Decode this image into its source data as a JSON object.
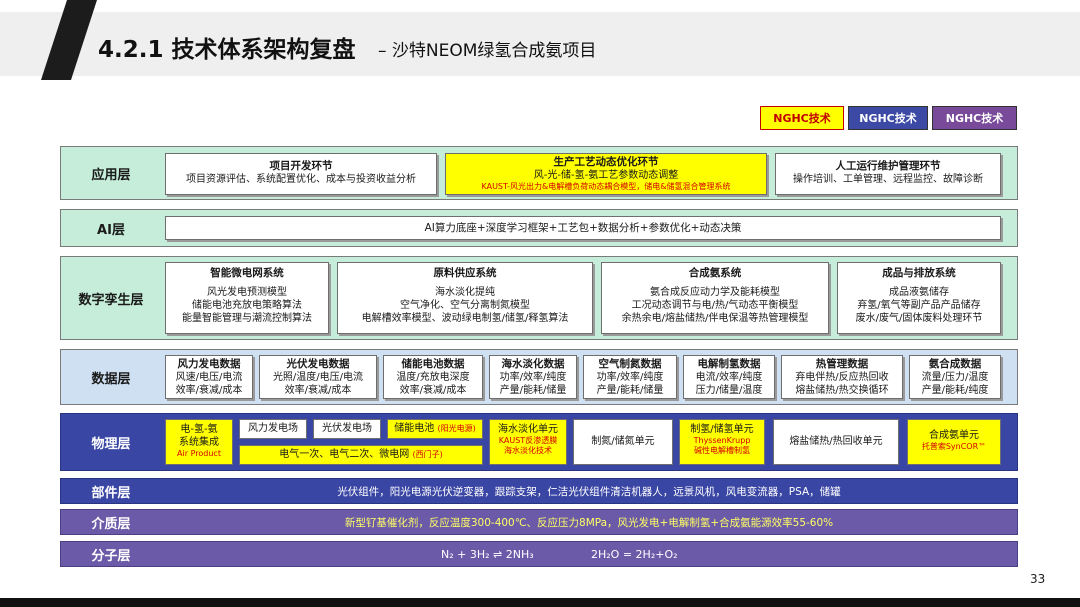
{
  "header": {
    "title": "4.2.1 技术体系架构复盘",
    "subtitle": "– 沙特NEOM绿氢合成氨项目"
  },
  "legend": [
    "NGHC技术",
    "NGHC技术",
    "NGHC技术"
  ],
  "app_layer": {
    "label": "应用层",
    "boxes": [
      {
        "title": "项目开发环节",
        "line1": "项目资源评估、系统配置优化、成本与投资收益分析"
      },
      {
        "title": "生产工艺动态优化环节",
        "line1": "风-光-储-氢-氨工艺参数动态调整",
        "line2": "KAUST-风光出力&电解槽负荷动态耦合模型，储电&储氢混合管理系统"
      },
      {
        "title": "人工运行维护管理环节",
        "line1": "操作培训、工单管理、远程监控、故障诊断"
      }
    ]
  },
  "ai_layer": {
    "label": "AI层",
    "text": "AI算力底座+深度学习框架+工艺包+数据分析+参数优化+动态决策"
  },
  "twin_layer": {
    "label": "数字孪生层",
    "boxes": [
      {
        "title": "智能微电网系统",
        "lines": [
          "风光发电预测模型",
          "储能电池充放电策略算法",
          "能量智能管理与潮流控制算法"
        ]
      },
      {
        "title": "原料供应系统",
        "lines": [
          "海水淡化提纯",
          "空气净化、空气分离制氮模型",
          "电解槽效率模型、波动绿电制氢/储氢/释氢算法"
        ]
      },
      {
        "title": "合成氨系统",
        "lines": [
          "氨合成反应动力学及能耗模型",
          "工况动态调节与电/热/气动态平衡模型",
          "余热余电/熔盐储热/伴电保温等热管理模型"
        ]
      },
      {
        "title": "成品与排放系统",
        "lines": [
          "成品液氨储存",
          "弃氢/氧气等副产品产品储存",
          "废水/废气/固体废料处理环节"
        ]
      }
    ]
  },
  "data_layer": {
    "label": "数据层",
    "boxes": [
      {
        "title": "风力发电数据",
        "lines": [
          "风速/电压/电流",
          "效率/衰减/成本"
        ]
      },
      {
        "title": "光伏发电数据",
        "lines": [
          "光照/温度/电压/电流",
          "效率/衰减/成本"
        ]
      },
      {
        "title": "储能电池数据",
        "lines": [
          "温度/充放电深度",
          "效率/衰减/成本"
        ]
      },
      {
        "title": "海水淡化数据",
        "lines": [
          "功率/效率/纯度",
          "产量/能耗/储量"
        ]
      },
      {
        "title": "空气制氮数据",
        "lines": [
          "功率/效率/纯度",
          "产量/能耗/储量"
        ]
      },
      {
        "title": "电解制氢数据",
        "lines": [
          "电流/效率/纯度",
          "压力/储量/温度"
        ]
      },
      {
        "title": "热管理数据",
        "lines": [
          "弃电伴热/反应热回收",
          "熔盐储热/热交换循环"
        ]
      },
      {
        "title": "氨合成数据",
        "lines": [
          "流量/压力/温度",
          "产量/能耗/纯度"
        ]
      }
    ]
  },
  "physical_layer": {
    "label": "物理层",
    "integration": {
      "line1": "电-氢-氨",
      "line2": "系统集成",
      "vendor": "Air Product"
    },
    "wind": "风力发电场",
    "pv": "光伏发电场",
    "battery": {
      "name": "储能电池",
      "vendor": "(阳光电源)"
    },
    "grid": {
      "name": "电气一次、电气二次、微电网",
      "vendor": "(西门子)"
    },
    "desal": {
      "name": "海水淡化单元",
      "vendor1": "KAUST反渗透膜",
      "vendor2": "海水淡化技术"
    },
    "nitrogen": "制氮/储氮单元",
    "hydrogen": {
      "name": "制氢/储氢单元",
      "vendor1": "ThyssenKrupp",
      "vendor2": "碱性电解槽制氢"
    },
    "heat": "熔盐储热/热回收单元",
    "ammonia": {
      "name": "合成氨单元",
      "vendor": "托普索SynCOR™"
    }
  },
  "component_layer": {
    "label": "部件层",
    "text": "光伏组件，阳光电源光伏逆变器，跟踪支架，仁洁光伏组件清洁机器人，远景风机，风电变流器，PSA，储罐"
  },
  "medium_layer": {
    "label": "介质层",
    "text": "新型钌基催化剂，反应温度300-400℃、反应压力8MPa，风光发电+电解制氢+合成氨能源效率55-60%"
  },
  "molecule_layer": {
    "label": "分子层",
    "eq1": "N₂ + 3H₂ ⇌ 2NH₃",
    "eq2": "2H₂O = 2H₂+O₂"
  },
  "page_number": "33"
}
